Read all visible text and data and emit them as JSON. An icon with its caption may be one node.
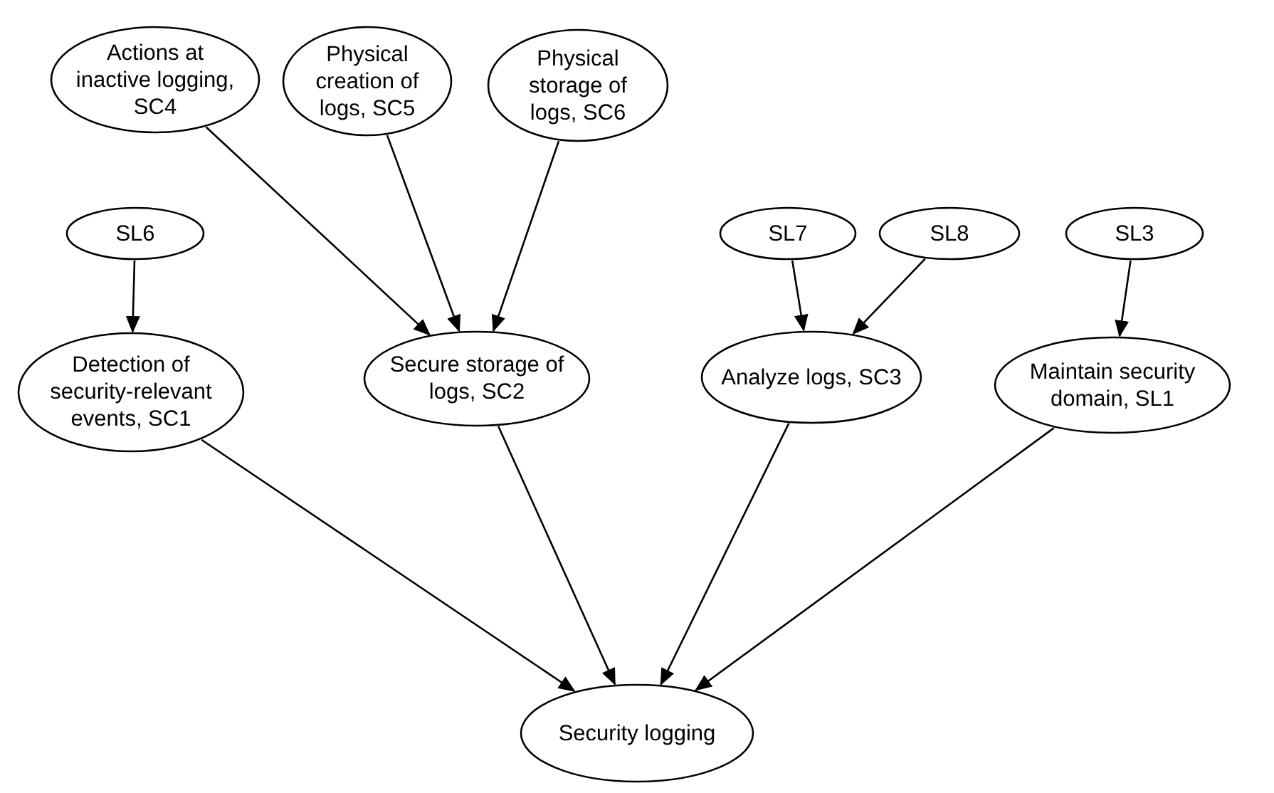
{
  "diagram": {
    "nodes": [
      {
        "text": [
          "Actions at inactive logging, SC4"
        ]
      },
      {
        "text": [
          "Physical creation of logs, SC5"
        ]
      },
      {
        "text": [
          "Physical storage of logs, SC6"
        ]
      },
      {
        "text": [
          "SL6"
        ]
      },
      {
        "text": [
          "SL7"
        ]
      },
      {
        "text": [
          "SL8"
        ]
      },
      {
        "text": [
          "SL3"
        ]
      },
      {
        "text": [
          "Detection of security-relevant events, SC1"
        ]
      },
      {
        "text": [
          "Secure storage of logs, SC2"
        ]
      },
      {
        "text": [
          "Analyze logs, SC3"
        ]
      },
      {
        "text": [
          "Maintain security domain, SL1"
        ]
      },
      {
        "text": [
          "Security logging"
        ]
      }
    ],
    "edges": [
      {
        "from": 0,
        "to": 8,
        "arrow": "to"
      },
      {
        "from": 1,
        "to": 8,
        "arrow": "to"
      },
      {
        "from": 2,
        "to": 8,
        "arrow": "to"
      },
      {
        "from": 3,
        "to": 7,
        "arrow": "to"
      },
      {
        "from": 4,
        "to": 9,
        "arrow": "to"
      },
      {
        "from": 5,
        "to": 9,
        "arrow": "to"
      },
      {
        "from": 6,
        "to": 10,
        "arrow": "to"
      },
      {
        "from": 7,
        "to": 11,
        "arrow": "to"
      },
      {
        "from": 8,
        "to": 11,
        "arrow": "to"
      },
      {
        "from": 9,
        "to": 11,
        "arrow": "to"
      },
      {
        "from": 10,
        "to": 11,
        "arrow": "to"
      }
    ]
  }
}
